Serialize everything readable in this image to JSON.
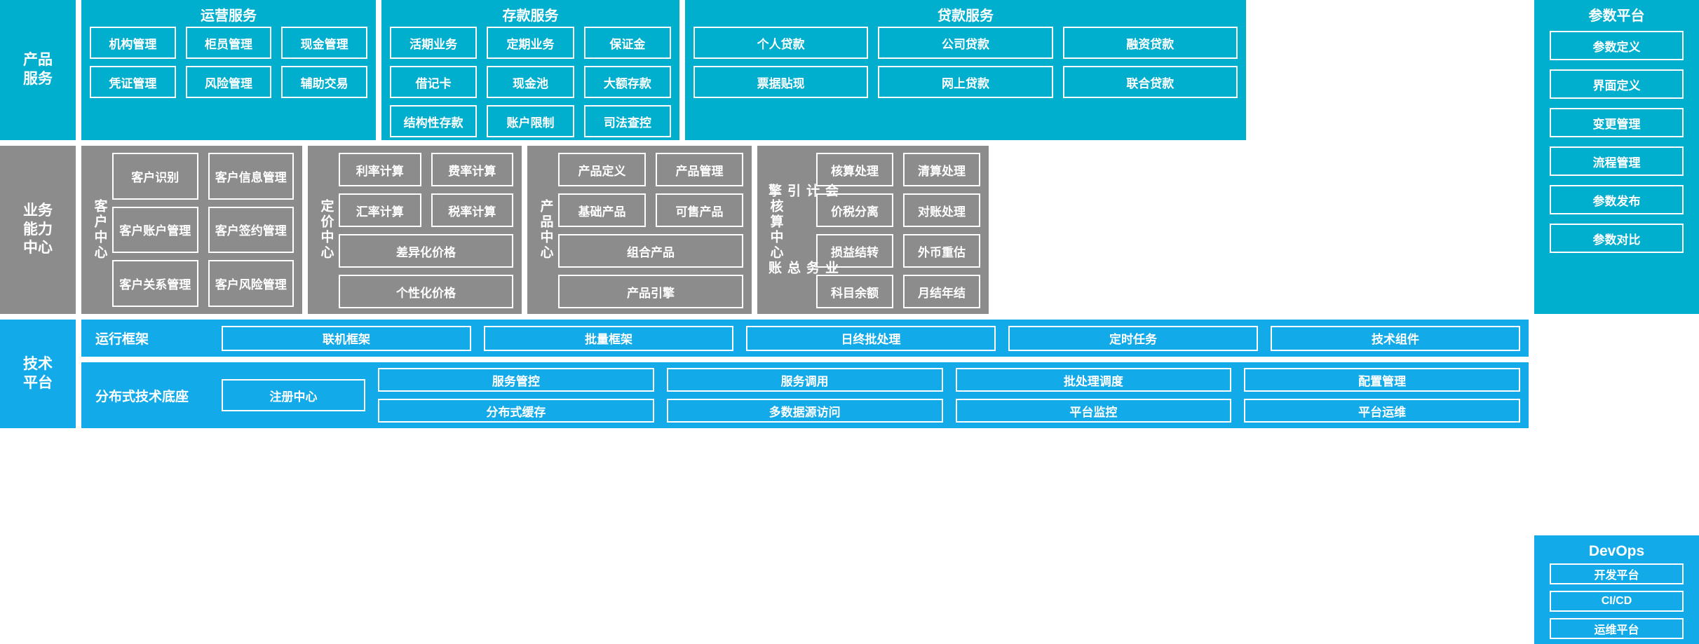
{
  "colors": {
    "teal": "#00AECE",
    "gray": "#8C8C8C",
    "blue_bright": "#12AAE8",
    "border": "#FFFFFF",
    "text": "#FFFFFF",
    "background": "#FFFFFF"
  },
  "rows": {
    "product": {
      "label": "产品\n服务",
      "groups": [
        {
          "title": "运营服务",
          "items": [
            "机构管理",
            "柜员管理",
            "现金管理",
            "凭证管理",
            "风险管理",
            "辅助交易"
          ]
        },
        {
          "title": "存款服务",
          "items": [
            "活期业务",
            "定期业务",
            "保证金",
            "借记卡",
            "现金池",
            "大额存款",
            "结构性存款",
            "账户限制",
            "司法查控"
          ]
        },
        {
          "title": "贷款服务",
          "items": [
            "个人贷款",
            "公司贷款",
            "融资贷款",
            "票据贴现",
            "网上贷款",
            "联合贷款"
          ]
        }
      ]
    },
    "capability": {
      "label": "业务\n能力\n中心",
      "centers": [
        {
          "name": "客户中心",
          "sublabels": [],
          "items": [
            "客户识别",
            "客户信息管理",
            "客户账户管理",
            "客户签约管理",
            "客户关系管理",
            "客户风险管理"
          ],
          "wide_items": []
        },
        {
          "name": "定价中心",
          "sublabels": [],
          "items": [
            "利率计算",
            "费率计算",
            "汇率计算",
            "税率计算"
          ],
          "wide_items": [
            "差异化价格",
            "个性化价格"
          ]
        },
        {
          "name": "产品中心",
          "sublabels": [],
          "items": [
            "产品定义",
            "产品管理",
            "基础产品",
            "可售产品"
          ],
          "wide_items": [
            "组合产品",
            "产品引擎"
          ]
        },
        {
          "name": "核算中心",
          "sublabels": [
            "会计引擎",
            "业务总账"
          ],
          "items": [
            "核算处理",
            "清算处理",
            "价税分离",
            "对账处理",
            "损益结转",
            "外币重估",
            "科目余额",
            "月结年结"
          ],
          "wide_items": []
        }
      ]
    },
    "technology": {
      "label": "技术\n平台",
      "runtime": {
        "label": "运行框架",
        "items": [
          "联机框架",
          "批量框架",
          "日终批处理",
          "定时任务",
          "技术组件"
        ]
      },
      "base": {
        "label": "分布式技术底座",
        "anchor": "注册中心",
        "line1": [
          "服务管控",
          "服务调用",
          "批处理调度",
          "配置管理"
        ],
        "line2": [
          "分布式缓存",
          "多数据源访问",
          "平台监控",
          "平台运维"
        ]
      }
    }
  },
  "side_panels": {
    "parameter": {
      "title": "参数平台",
      "items": [
        "参数定义",
        "界面定义",
        "变更管理",
        "流程管理",
        "参数发布",
        "参数对比"
      ]
    },
    "devops": {
      "title": "DevOps",
      "items": [
        "开发平台",
        "CI/CD",
        "运维平台"
      ]
    }
  }
}
